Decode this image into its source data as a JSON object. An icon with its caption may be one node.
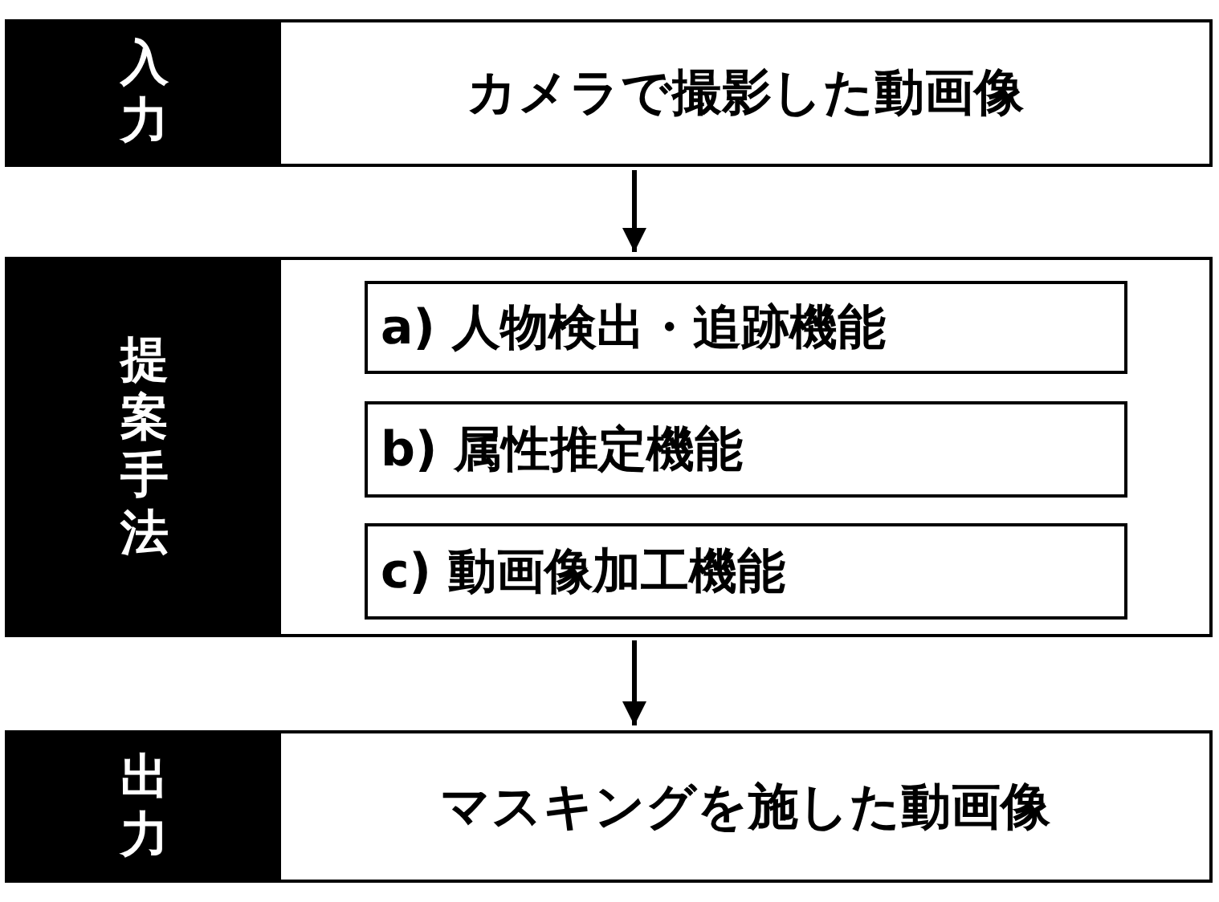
{
  "diagram": {
    "nodes": [
      {
        "text": [
          "入力",
          "カメラで撮影した動画像"
        ]
      },
      {
        "text": [
          "提案手法"
        ]
      },
      {
        "text": [
          "a) 人物検出・追跡機能"
        ],
        "in": 1
      },
      {
        "text": [
          "b) 属性推定機能"
        ],
        "in": 1
      },
      {
        "text": [
          "c) 動画像加工機能"
        ],
        "in": 1
      },
      {
        "text": [
          "出力",
          "マスキングを施した動画像"
        ]
      }
    ],
    "edges": [
      {
        "from": 0,
        "to": 1,
        "arrow": "to"
      },
      {
        "from": 1,
        "to": 5,
        "arrow": "to"
      }
    ]
  }
}
